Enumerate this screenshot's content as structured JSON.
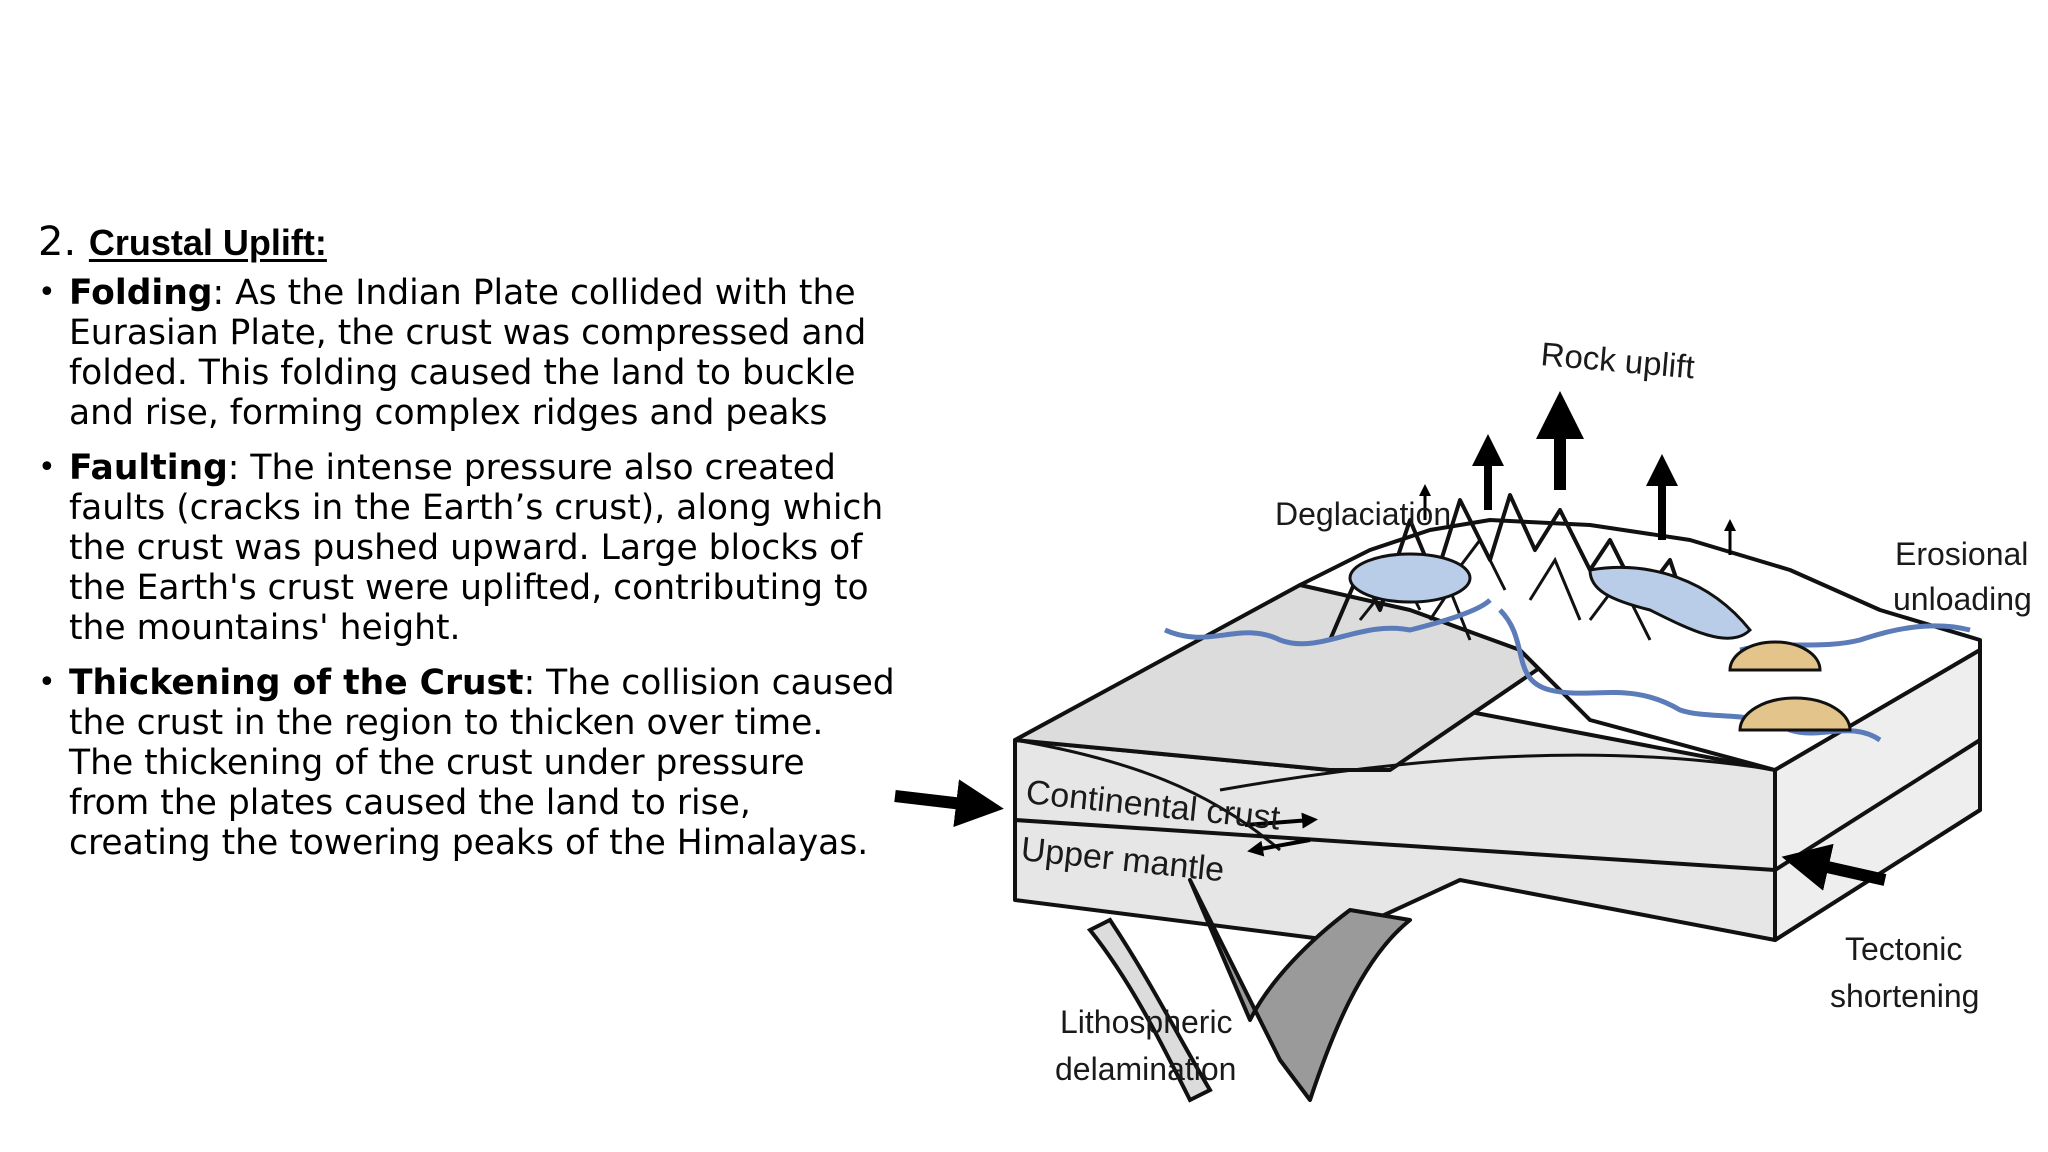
{
  "section": {
    "number": "2.",
    "title": "Crustal Uplift:"
  },
  "bullets": [
    {
      "term": "Folding",
      "lines": [
        ": As the Indian Plate collided with the",
        "Eurasian Plate, the crust was compressed and",
        "folded. This folding caused the land to buckle",
        "and rise, forming complex ridges and peaks"
      ]
    },
    {
      "term": "Faulting",
      "lines": [
        ": The intense pressure also created",
        "faults (cracks in the Earth’s crust), along which",
        "the crust was pushed upward. Large blocks of",
        "the Earth's crust were uplifted, contributing to",
        "the mountains' height."
      ]
    },
    {
      "term": "Thickening  of the Crust",
      "lines": [
        ": The collision caused",
        "the crust in the region to thicken over time.",
        "The thickening of the crust under pressure",
        "from the plates caused the land to rise,",
        "creating the towering peaks of the Himalayas."
      ]
    }
  ],
  "diagram": {
    "labels": {
      "rock_uplift": "Rock uplift",
      "deglaciation": "Deglaciation",
      "erosional_1": "Erosional",
      "erosional_2": "unloading",
      "continental_crust": "Continental crust",
      "upper_mantle": "Upper mantle",
      "lithospheric_1": "Lithospheric",
      "lithospheric_2": "delamination",
      "tectonic_1": "Tectonic",
      "tectonic_2": "shortening"
    },
    "colors": {
      "ice": "#b9cde8",
      "river": "#5b7cb8",
      "fan": "#e3c48a",
      "block": "#e6e6e6",
      "slab": "#9a9a9a"
    }
  }
}
